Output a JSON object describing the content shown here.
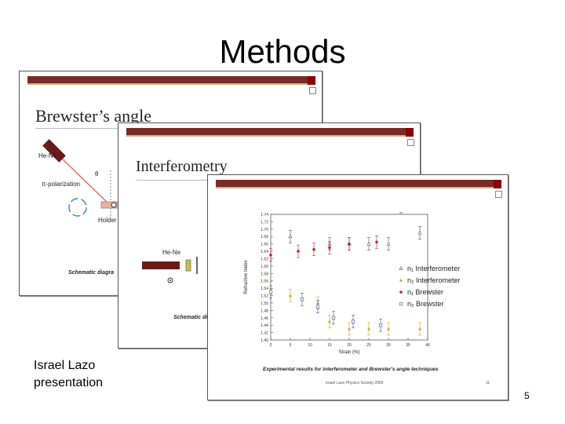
{
  "title": "Methods",
  "presenter": "Israel Lazo\npresentation",
  "page_number": "5",
  "slides": {
    "brewster": {
      "heading": "Brewster’s angle",
      "laser": "He-Ne",
      "polarization": "π-polarization",
      "theta": "θ",
      "holder": "Holder",
      "caption": "Schematic diagra"
    },
    "interferometry": {
      "heading": "Interferometry",
      "laser": "He-Ne",
      "caption": "Schematic di"
    },
    "results": {
      "caption": "Experimental results for interferometer and Brewster's angle techniques",
      "footer": "Israel Lazo Physics Society 2009",
      "slide_no": "11"
    }
  },
  "chart_data": {
    "type": "scatter",
    "xlabel": "Strain (%)",
    "ylabel": "Refractive Index",
    "xlim": [
      0,
      40
    ],
    "ylim": [
      1.4,
      1.74
    ],
    "x_ticks": [
      "0",
      "5",
      "10",
      "15",
      "20",
      "25",
      "30",
      "35",
      "40"
    ],
    "y_ticks": [
      "1.74",
      "1.72",
      "1.70",
      "1.68",
      "1.66",
      "1.64",
      "1.62",
      "1.60",
      "1.58",
      "1.56",
      "1.54",
      "1.52",
      "1.50",
      "1.48",
      "1.46",
      "1.44",
      "1.42",
      "1.40"
    ],
    "legend_position": "right",
    "series": [
      {
        "name": "n₁ Interferometer",
        "marker": "triangle-open",
        "color": "#555555",
        "points": [
          [
            5,
            1.68
          ],
          [
            15,
            1.66
          ],
          [
            20,
            1.66
          ],
          [
            25,
            1.66
          ],
          [
            30,
            1.66
          ],
          [
            38,
            1.69
          ]
        ]
      },
      {
        "name": "n₂ Interferometer",
        "marker": "triangle",
        "color": "#d4a017",
        "points": [
          [
            0,
            1.54
          ],
          [
            5,
            1.52
          ],
          [
            12,
            1.5
          ],
          [
            15,
            1.45
          ],
          [
            20,
            1.43
          ],
          [
            25,
            1.43
          ],
          [
            30,
            1.43
          ],
          [
            38,
            1.43
          ]
        ]
      },
      {
        "name": "n₁ Brewster",
        "marker": "circle",
        "color": "#cc2222",
        "points": [
          [
            0,
            1.63
          ],
          [
            7,
            1.64
          ],
          [
            11,
            1.645
          ],
          [
            15,
            1.65
          ],
          [
            20,
            1.66
          ],
          [
            27,
            1.665
          ]
        ]
      },
      {
        "name": "n₂ Brewster",
        "marker": "square-open",
        "color": "#3355aa",
        "points": [
          [
            0,
            1.53
          ],
          [
            8,
            1.51
          ],
          [
            12,
            1.49
          ],
          [
            16,
            1.46
          ],
          [
            21,
            1.45
          ],
          [
            28,
            1.44
          ]
        ]
      }
    ]
  }
}
